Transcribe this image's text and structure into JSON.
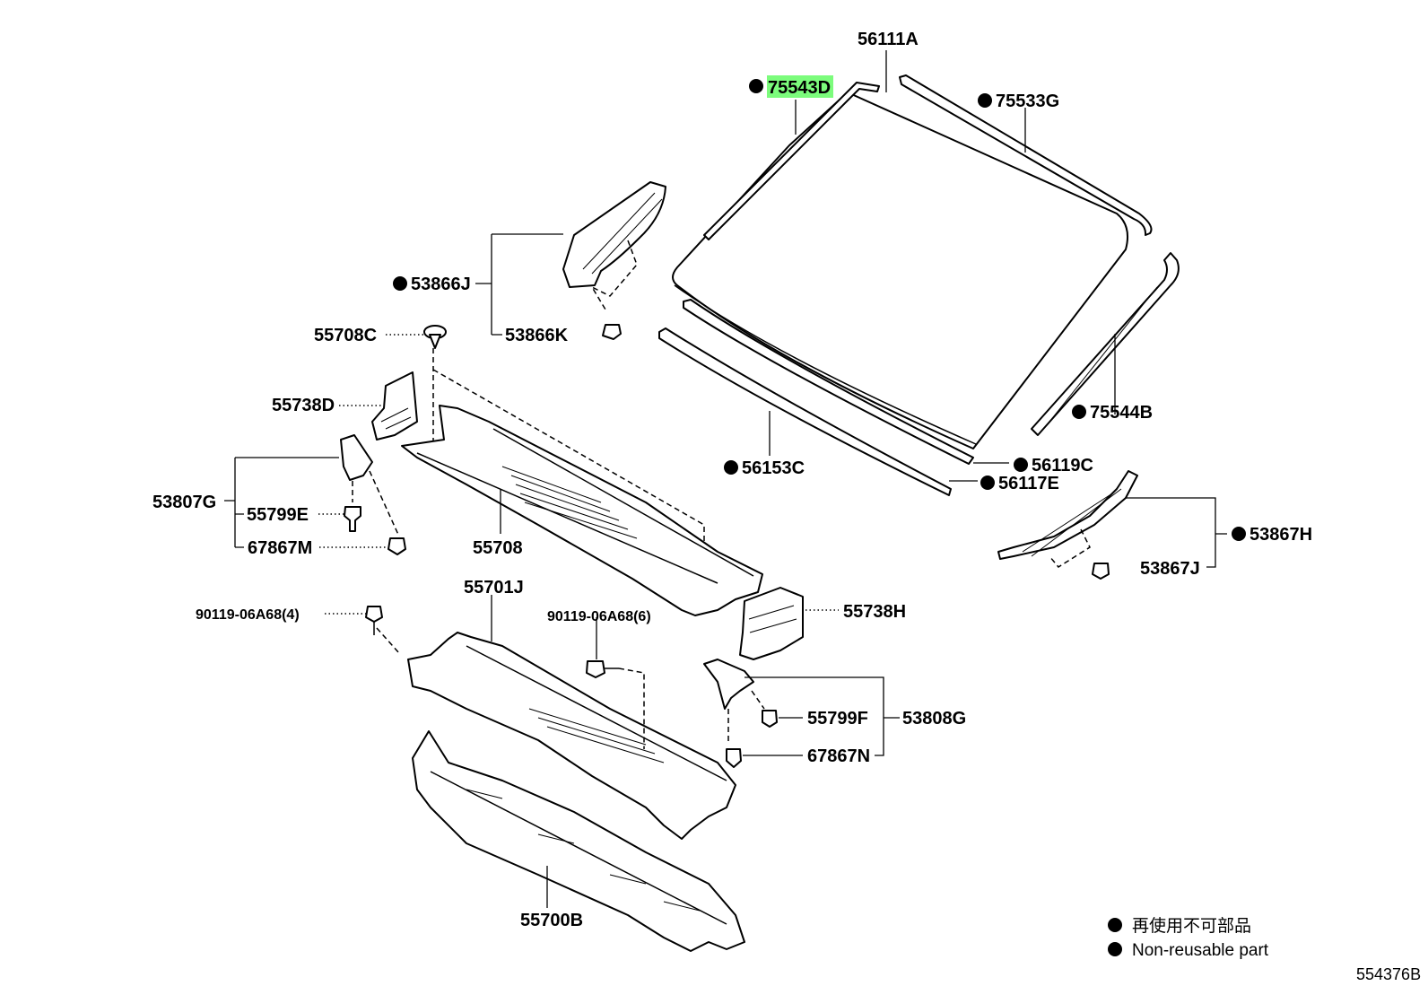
{
  "labels": {
    "p56111A": "56111A",
    "p75543D": "75543D",
    "p75533G": "75533G",
    "p53866J": "53866J",
    "p53866K": "53866K",
    "p55708C": "55708C",
    "p55738D": "55738D",
    "p53807G": "53807G",
    "p55799E": "55799E",
    "p67867M": "67867M",
    "p55708": "55708",
    "p56153C": "56153C",
    "p56119C": "56119C",
    "p56117E": "56117E",
    "p75544B": "75544B",
    "p53867H": "53867H",
    "p53867J": "53867J",
    "p55701J": "55701J",
    "p90119a": "90119-06A68(4)",
    "p90119b": "90119-06A68(6)",
    "p55738H": "55738H",
    "p55799F": "55799F",
    "p53808G": "53808G",
    "p67867N": "67867N",
    "p55700B": "55700B"
  },
  "legend": {
    "japanese": "再使用不可部品",
    "english": "Non-reusable part"
  },
  "figure_id": "554376B",
  "highlight_color": "#7CFC7C"
}
